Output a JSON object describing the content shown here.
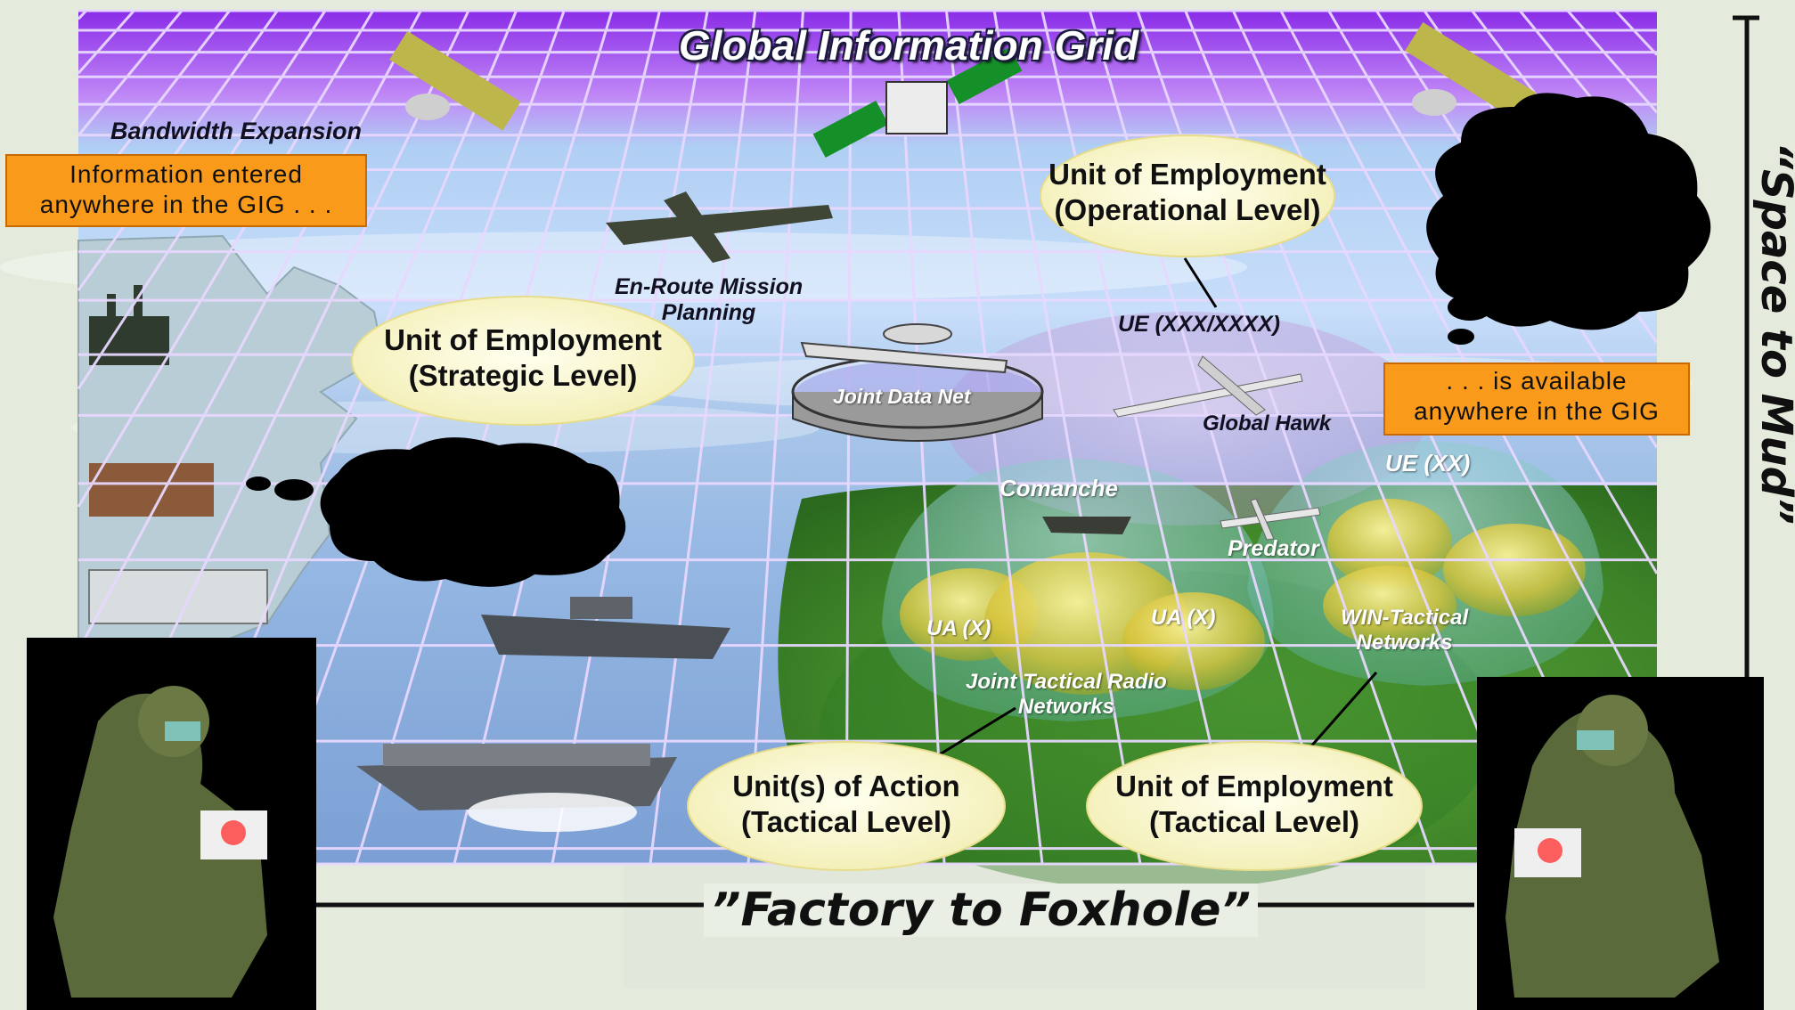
{
  "title": "Global Information Grid",
  "labels": {
    "bandwidth": "Bandwidth Expansion",
    "enroute": [
      "En-Route Mission",
      "Planning"
    ],
    "joint_data_net": "Joint Data Net",
    "ue_xxx": "UE (XXX/XXXX)",
    "global_hawk": "Global Hawk",
    "comanche": "Comanche",
    "predator": "Predator",
    "ue_xx": "UE (XX)",
    "ua_x_left": "UA (X)",
    "ua_x_right": "UA (X)",
    "win_tactical": [
      "WIN-Tactical",
      "Networks"
    ],
    "jtrn": [
      "Joint Tactical Radio",
      "Networks"
    ]
  },
  "callouts": {
    "operational": [
      "Unit of Employment",
      "(Operational Level)"
    ],
    "strategic": [
      "Unit of Employment",
      "(Strategic Level)"
    ],
    "action": [
      "Unit(s) of Action",
      "(Tactical Level)"
    ],
    "tactical": [
      "Unit of Employment",
      "(Tactical Level)"
    ]
  },
  "boxes": {
    "entered": [
      "Information entered",
      "anywhere in the GIG  . . ."
    ],
    "available": [
      ". . . is available",
      "anywhere in the GIG"
    ]
  },
  "bottom_caption": "”Factory to Foxhole”",
  "side_caption": "“Space to Mud”",
  "colors": {
    "sky_top": "#9a3cf0",
    "sky_mid": "#b8d4f4",
    "grid_lines": "#e8d8ff",
    "ground": "#3f8a2a",
    "callout_fill": "#fffde0",
    "orange_box": "#f99a1a"
  }
}
